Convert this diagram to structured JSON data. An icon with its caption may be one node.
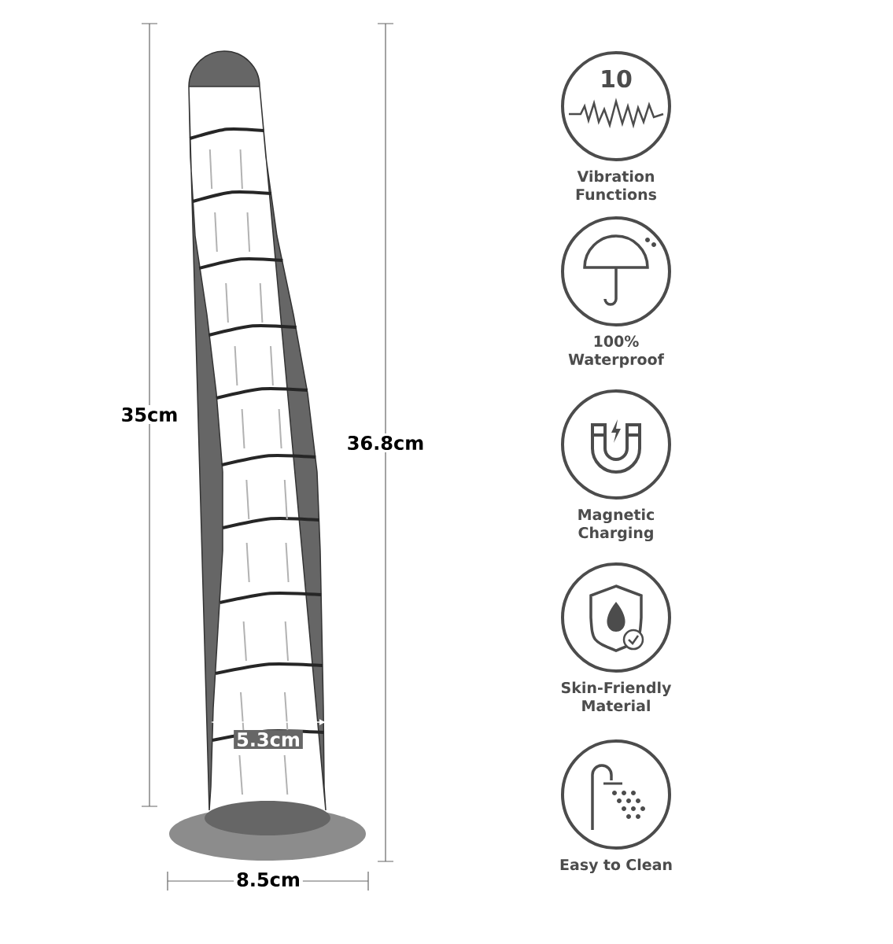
{
  "diagram": {
    "nodes": [
      {
        "text": [
          "10",
          "Vibration Functions"
        ]
      },
      {
        "text": [
          "100% Waterproof"
        ]
      },
      {
        "text": [
          "Magnetic Charging"
        ]
      },
      {
        "text": [
          "Skin-Friendly Material"
        ]
      },
      {
        "text": [
          "Easy to Clean"
        ]
      }
    ],
    "labels": [
      "35cm",
      "36.8cm",
      "5.3cm",
      "8.5cm"
    ]
  }
}
